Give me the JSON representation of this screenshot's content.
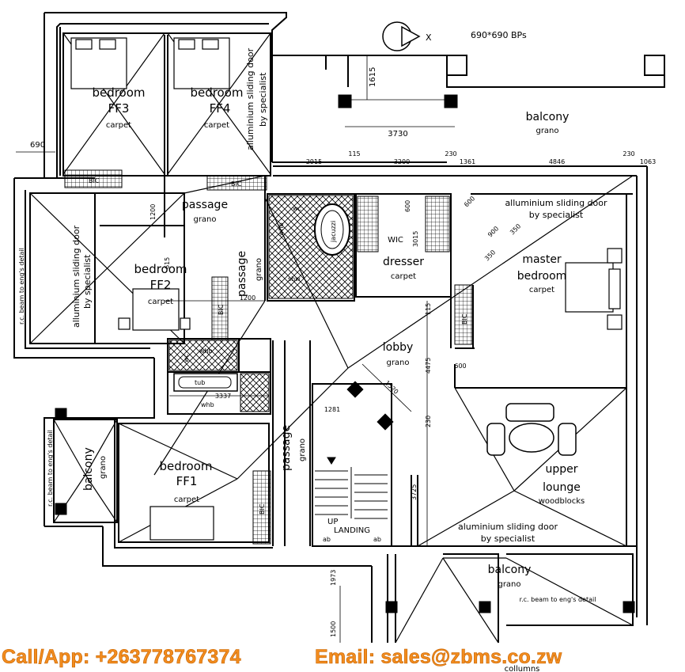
{
  "north": {
    "label": "X"
  },
  "rooms": {
    "ff3": {
      "name": "bedroom",
      "code": "FF3",
      "finish": "carpet"
    },
    "ff4": {
      "name": "bedroom",
      "code": "FF4",
      "finish": "carpet"
    },
    "ff2": {
      "name": "bedroom",
      "code": "FF2",
      "finish": "carpet"
    },
    "ff1": {
      "name": "bedroom",
      "code": "FF1",
      "finish": "carpet"
    },
    "passage_top": {
      "name": "passage",
      "finish": "grano"
    },
    "passage_mid": {
      "name": "passage",
      "finish": "grano"
    },
    "passage_low": {
      "name": "passage",
      "finish": "grano"
    },
    "balcony_top": {
      "name": "balcony",
      "finish": "grano"
    },
    "balcony_left": {
      "name": "balcony",
      "finish": "grano"
    },
    "balcony_bottom": {
      "name": "balcony",
      "finish": "grano"
    },
    "dresser": {
      "name": "dresser",
      "finish": "carpet",
      "tag": "WIC"
    },
    "master": {
      "line1": "master",
      "line2": "bedroom",
      "finish": "carpet"
    },
    "lobby": {
      "name": "lobby",
      "finish": "grano"
    },
    "lounge": {
      "line1": "upper",
      "line2": "lounge",
      "finish": "woodblocks"
    },
    "landing": {
      "up": "UP",
      "name": "LANDING",
      "ab": "ab"
    }
  },
  "fixtures": {
    "bic": "BIC",
    "wc": "wc",
    "whb": "whb",
    "shw": "shw",
    "jacuzzi": "jacuzzi",
    "tub": "tub"
  },
  "notes": {
    "bps": "690*690 BPs",
    "sliding_top": {
      "line1": "alluminium sliding door",
      "line2": "by specialist"
    },
    "sliding_left": {
      "line1": "alluminium sliding door",
      "line2": "by specialist"
    },
    "sliding_master": {
      "line1": "alluminium sliding door",
      "line2": "by specialist"
    },
    "sliding_bottom": {
      "line1": "aluminium sliding door",
      "line2": "by specialist"
    },
    "beam_left1": "r.c. beam to eng's detail",
    "beam_left2": "r.c. beam to eng's detail",
    "beam_bottom": "r.c. beam to eng's detail",
    "columns": "collumns"
  },
  "dimensions": {
    "d1615": "1615",
    "d3730": "3730",
    "d690": "690",
    "d2915": "2915",
    "d115a": "115",
    "d3200": "3200",
    "d230a": "230",
    "d1361": "1361",
    "d4846": "4846",
    "d230b": "230",
    "d1063": "1063",
    "d1200a": "1200",
    "d1200b": "1200",
    "d600a": "600",
    "d3015": "3015",
    "d900": "900",
    "d350a": "350",
    "d350b": "350",
    "d600b": "600",
    "d615": "615",
    "d115b": "115",
    "d4475": "4475",
    "d600c": "600",
    "d1520": "1520",
    "d1281": "1281",
    "d3337": "3337",
    "d230c": "230",
    "d3725": "3725",
    "d1973": "1973",
    "d1500": "1500"
  },
  "contact": {
    "phone": "Call/App: +263778767374",
    "email": "Email: sales@zbms.co.zw"
  }
}
